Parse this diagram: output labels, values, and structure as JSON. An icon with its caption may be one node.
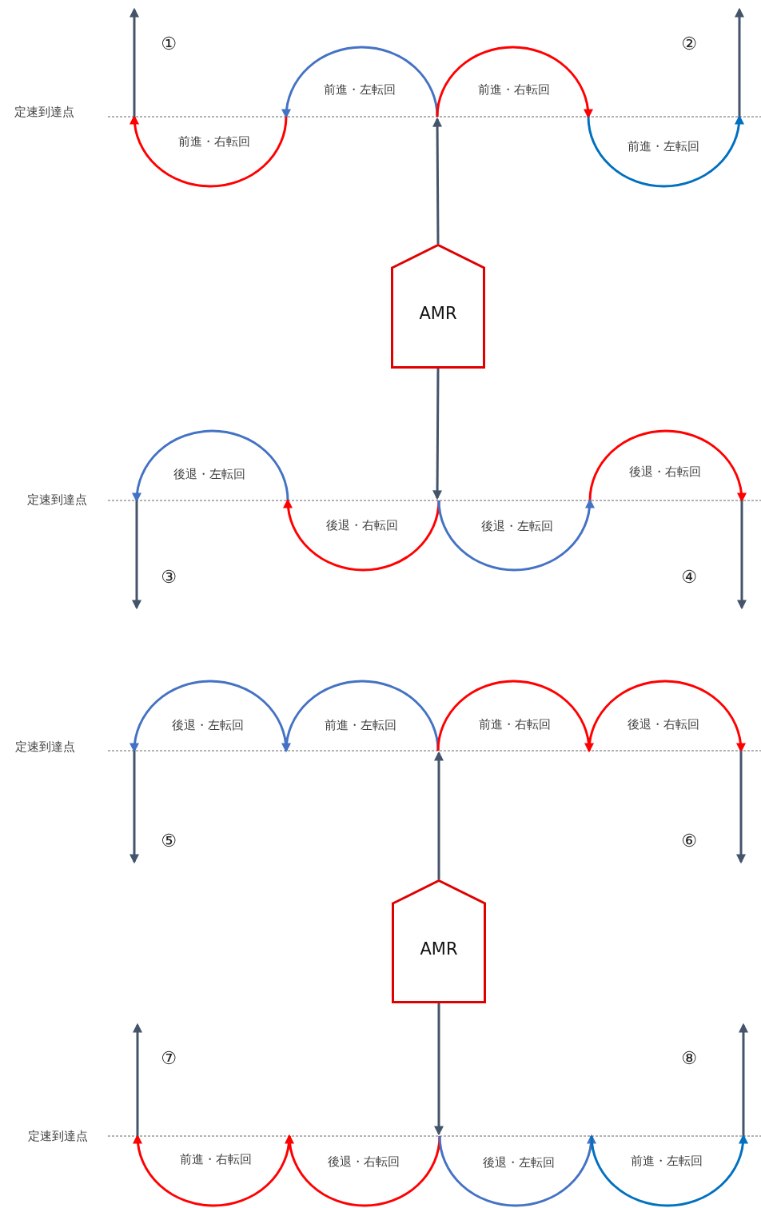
{
  "diagram": {
    "nodes": [
      {
        "text": [
          "AMR"
        ]
      },
      {
        "text": [
          "AMR"
        ]
      }
    ],
    "edges": [
      {
        "from": 0,
        "to": null,
        "arrow": "to"
      },
      {
        "from": 0,
        "to": null,
        "arrow": "to"
      },
      {
        "from": 1,
        "to": null,
        "arrow": "to"
      },
      {
        "from": 1,
        "to": null,
        "arrow": "to"
      }
    ],
    "labels": [
      "①",
      "②",
      "前進・左転回",
      "前進・右転回",
      "定速到達点",
      "前進・右転回",
      "前進・左転回",
      "後退・左転回",
      "後退・右転回",
      "定速到達点",
      "後退・右転回",
      "後退・左転回",
      "③",
      "④",
      "後退・左転回",
      "前進・左転回",
      "前進・右転回",
      "後退・右転回",
      "定速到達点",
      "⑤",
      "⑥",
      "⑦",
      "⑧",
      "定速到達点",
      "前進・右転回",
      "後退・右転回",
      "後退・左転回",
      "前進・左転回"
    ]
  }
}
